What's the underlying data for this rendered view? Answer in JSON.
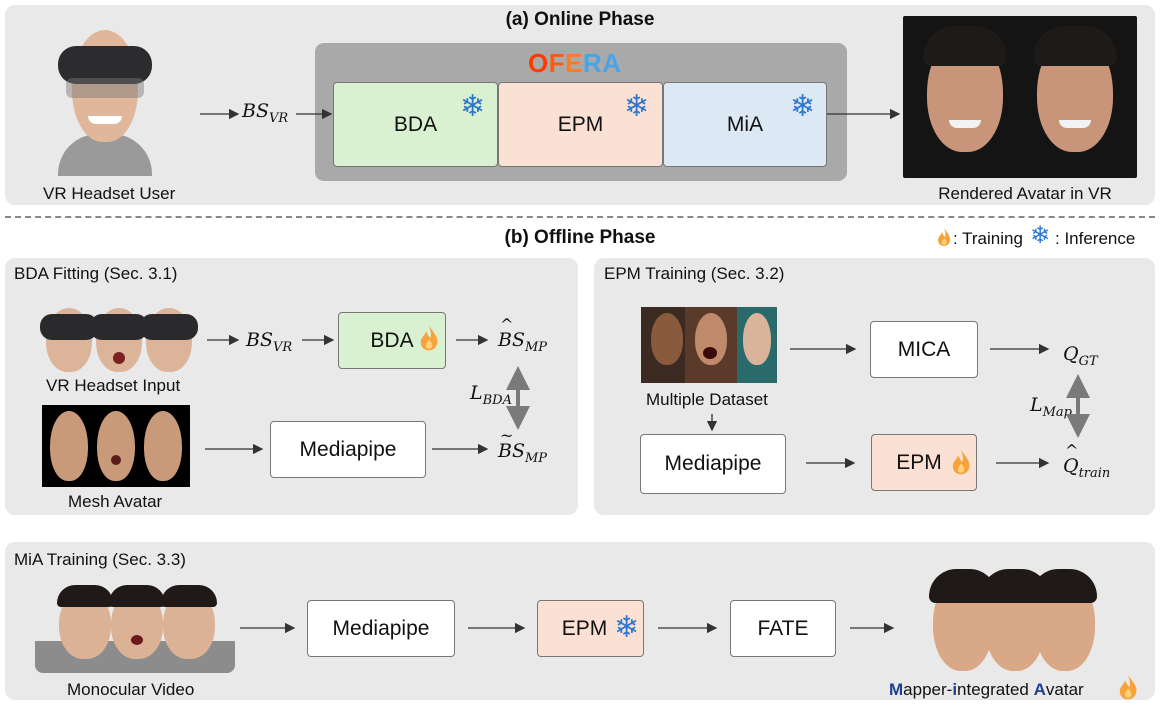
{
  "online": {
    "title": "(a) Online Phase",
    "ofera": "OFERA",
    "ofera_colors": {
      "O": "#ff3a00",
      "F": "#ff5a10",
      "E": "#ff7a20",
      "R": "#4aa3e8",
      "A": "#4aa3e8"
    },
    "bs_vr": "BS",
    "bs_vr_sub": "VR",
    "modules": [
      "BDA",
      "EPM",
      "MiA"
    ],
    "module_colors": [
      "#d9f0d1",
      "#fbe1d3",
      "#dde8f5"
    ],
    "vr_user_label": "VR Headset User",
    "rendered_label": "Rendered Avatar in VR"
  },
  "offline": {
    "title": "(b) Offline Phase",
    "legend_training": ": Training",
    "legend_inference": ": Inference"
  },
  "bda_fitting": {
    "title": "BDA Fitting (Sec. 3.1)",
    "input_label": "VR Headset Input",
    "bs_vr": "BS",
    "bs_vr_sub": "VR",
    "bda": "BDA",
    "bs_mp_hat": "BS",
    "bs_mp_hat_sub": "MP",
    "loss": "L",
    "loss_sub": "BDA",
    "mediapipe": "Mediapipe",
    "bs_mp_tilde": "BS",
    "bs_mp_tilde_sub": "MP",
    "mesh_label": "Mesh Avatar"
  },
  "epm_training": {
    "title": "EPM Training (Sec. 3.2)",
    "dataset_label": "Multiple Dataset",
    "mica": "MICA",
    "q_gt": "Q",
    "q_gt_sub": "GT",
    "loss": "L",
    "loss_sub": "Map",
    "mediapipe": "Mediapipe",
    "epm": "EPM",
    "q_train": "Q",
    "q_train_sub": "train"
  },
  "mia_training": {
    "title": "MiA Training (Sec. 3.3)",
    "video_label": "Monocular Video",
    "mediapipe": "Mediapipe",
    "epm": "EPM",
    "fate": "FATE",
    "avatar_label_parts": [
      "M",
      "apper-",
      "i",
      "ntegrated ",
      "A",
      "vatar"
    ]
  },
  "icons": {
    "frozen": "snowflake-icon",
    "trainable": "flame-icon"
  },
  "accent_colors": {
    "frozen": "#2a78d2",
    "flame": "#f7a23a",
    "mia_letters": "#1f3f8f"
  }
}
